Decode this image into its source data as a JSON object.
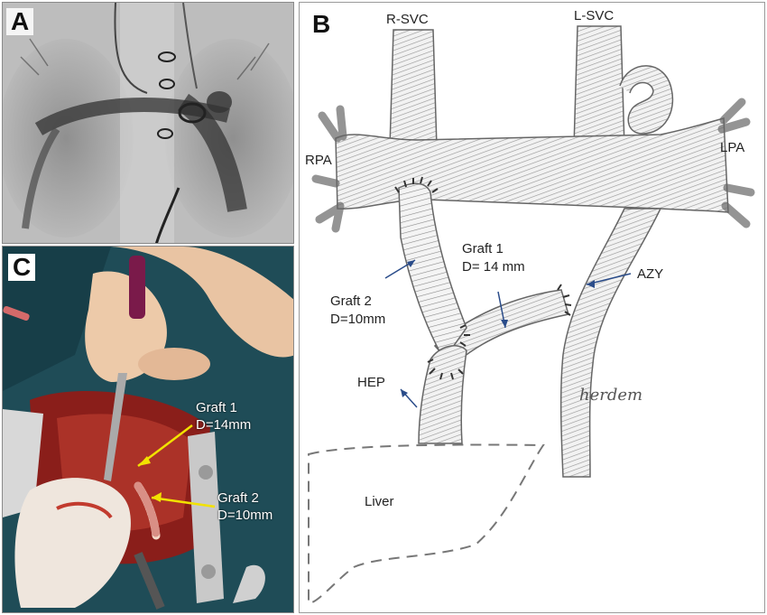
{
  "panels": {
    "a": {
      "letter": "A"
    },
    "b": {
      "letter": "B",
      "labels": {
        "r_svc": "R-SVC",
        "l_svc": "L-SVC",
        "rpa": "RPA",
        "lpa": "LPA",
        "graft1_name": "Graft 1",
        "graft1_diameter": "D= 14 mm",
        "graft2_name": "Graft 2",
        "graft2_diameter": "D=10mm",
        "azy": "AZY",
        "hep": "HEP",
        "liver": "Liver"
      },
      "signature": "herdem"
    },
    "c": {
      "letter": "C",
      "labels": {
        "graft1_name": "Graft 1",
        "graft1_diameter": "D=14mm",
        "graft2_name": "Graft 2",
        "graft2_diameter": "D=10mm"
      },
      "arrow_color": "#f2e200"
    }
  }
}
